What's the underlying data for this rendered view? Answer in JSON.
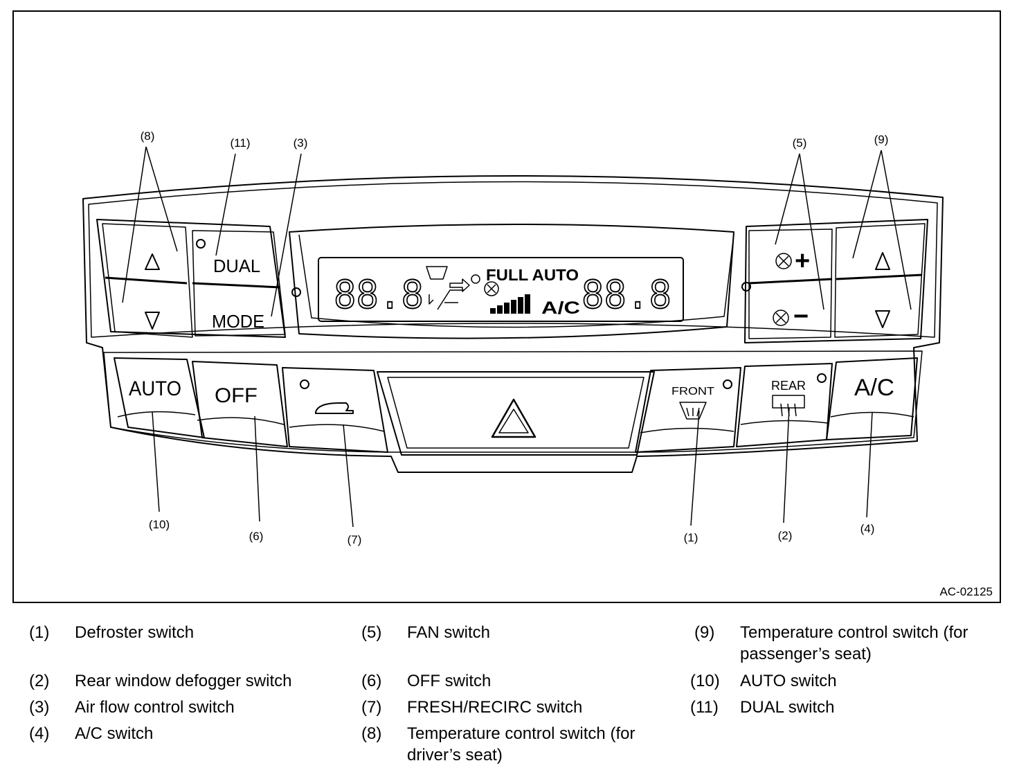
{
  "figure_id": "AC-02125",
  "panel": {
    "labels": {
      "dual": "DUAL",
      "mode": "MODE",
      "auto": "AUTO",
      "off": "OFF",
      "full_auto": "FULL AUTO",
      "display_ac": "A/C",
      "front": "FRONT",
      "rear": "REAR",
      "ac": "A/C",
      "plus": "+",
      "minus": "−",
      "digits_left": "88.8",
      "digits_right": "88.8"
    }
  },
  "callouts": {
    "c8": "(8)",
    "c11": "(11)",
    "c3": "(3)",
    "c5": "(5)",
    "c9": "(9)",
    "c10": "(10)",
    "c6": "(6)",
    "c7": "(7)",
    "c1": "(1)",
    "c2": "(2)",
    "c4": "(4)"
  },
  "legend": [
    {
      "num": "(1)",
      "text": "Defroster switch"
    },
    {
      "num": "(2)",
      "text": "Rear window defogger switch"
    },
    {
      "num": "(3)",
      "text": "Air flow control switch"
    },
    {
      "num": "(4)",
      "text": "A/C switch"
    },
    {
      "num": "(5)",
      "text": "FAN switch"
    },
    {
      "num": "(6)",
      "text": "OFF switch"
    },
    {
      "num": "(7)",
      "text": "FRESH/RECIRC switch"
    },
    {
      "num": "(8)",
      "text": "Temperature control switch (for",
      "text2": "driver’s seat)"
    },
    {
      "num": "(9)",
      "text": "Temperature control switch (for",
      "text2": "passenger’s seat)"
    },
    {
      "num": "(10)",
      "text": "AUTO switch"
    },
    {
      "num": "(11)",
      "text": "DUAL switch"
    }
  ]
}
